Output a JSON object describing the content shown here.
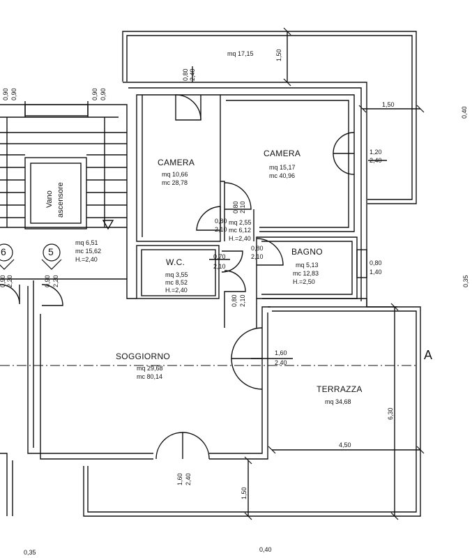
{
  "rooms": {
    "camera1": {
      "name": "CAMERA",
      "mq": "mq 10,66",
      "mc": "mc 28,78"
    },
    "camera2": {
      "name": "CAMERA",
      "mq": "mq 15,17",
      "mc": "mc 40,96"
    },
    "wc": {
      "name": "W.C.",
      "mq": "mq 3,55",
      "mc": "mc 8,52",
      "h": "H.=2,40"
    },
    "bagno": {
      "name": "BAGNO",
      "mq": "mq 5,13",
      "mc": "mc 12,83",
      "h": "H.=2,50"
    },
    "soggiorno": {
      "name": "SOGGIORNO",
      "mq": "mq 29,68",
      "mc": "mc 80,14"
    },
    "terrazza": {
      "name": "TERRAZZA",
      "mq": "mq 34,68"
    },
    "disimpegno": {
      "mq": "mq 2,55",
      "mc": "mc 6,12",
      "h": "H.=2,40"
    },
    "landing": {
      "mq": "mq 6,51",
      "mc": "mc 15,62",
      "h": "H.=2,40"
    },
    "balcony_top": {
      "mq": "mq 17,15"
    },
    "elevator": {
      "line1": "Vano",
      "line2": "ascensore"
    }
  },
  "dimensions": {
    "d_150_top": "1,50",
    "d_080_top": "0,80",
    "d_240_top": "2,40",
    "d_090_a": "0,90",
    "d_090_b": "0,90",
    "d_090_c": "0,90",
    "d_090_d": "0,90",
    "d_150_right": "1,50",
    "d_040_right": "0,40",
    "d_120": "1,20",
    "d_240_right": "2,40",
    "d_080_h": "0,80",
    "d_210_h": "2,10",
    "d_080_v": "0,80",
    "d_210_v": "2,10",
    "d_080_bagno": "0,80",
    "d_210_bagno": "2,10",
    "d_070": "0,70",
    "d_210_wc": "2,10",
    "d_080_bagno_side": "0,80",
    "d_140": "1,40",
    "d_035_right": "0,35",
    "d_080_wc_bottom": "0,80",
    "d_210_wc_bottom": "2,10",
    "d_090_left": "0,90",
    "d_220_left": "2,20",
    "d_090_left2": "0,90",
    "d_220_left2": "2,20",
    "d_160_sog": "1,60",
    "d_240_sog": "2,40",
    "d_630": "6,30",
    "d_450": "4,50",
    "d_160_bottom": "1,60",
    "d_240_bottom": "2,40",
    "d_150_bottom": "1,50",
    "d_035_bottom": "0,35",
    "d_040_bottom": "0,40"
  },
  "markers": {
    "section": "A",
    "stair6": "6",
    "stair5": "5"
  },
  "colors": {
    "ink": "#111111",
    "paper": "#ffffff"
  }
}
